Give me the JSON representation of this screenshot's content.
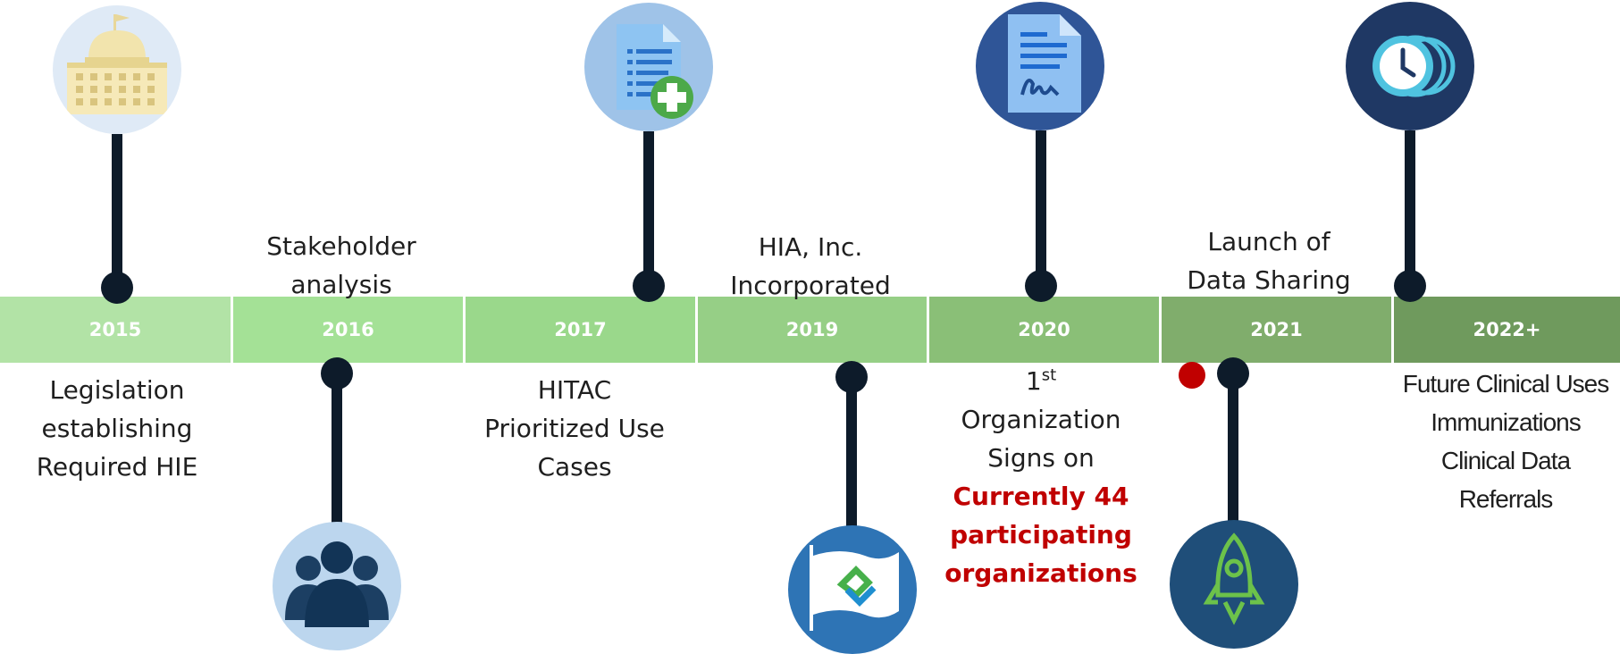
{
  "timeline": {
    "years": [
      "2015",
      "2016",
      "2017",
      "2019",
      "2020",
      "2021",
      "2022+"
    ],
    "colors": [
      "#b2e3a6",
      "#a4e196",
      "#9ad88b",
      "#96cf86",
      "#8abf77",
      "#80ad6c",
      "#6f9a5d"
    ]
  },
  "milestones": {
    "m2015": [
      "Legislation",
      "establishing",
      "Required HIE"
    ],
    "m2016": [
      "Stakeholder",
      "analysis"
    ],
    "m2017": [
      "HITAC",
      "Prioritized Use",
      "Cases"
    ],
    "m2019": [
      "HIA, Inc.",
      "Incorporated"
    ],
    "m2020": {
      "sup_base": "1",
      "sup": "st",
      "lines": [
        "Organization",
        "Signs on"
      ],
      "highlight": [
        "Currently 44",
        "participating",
        "organizations"
      ]
    },
    "m2021": [
      "Launch of",
      "Data Sharing"
    ],
    "m2022": [
      "Future Clinical Uses",
      "Immunizations",
      "Clinical Data",
      "Referrals"
    ]
  },
  "icons": [
    "capitol-building-icon",
    "people-group-icon",
    "document-add-icon",
    "flag-logo-icon",
    "signed-document-icon",
    "rocket-icon",
    "clock-icon"
  ],
  "accent": "#c00000"
}
